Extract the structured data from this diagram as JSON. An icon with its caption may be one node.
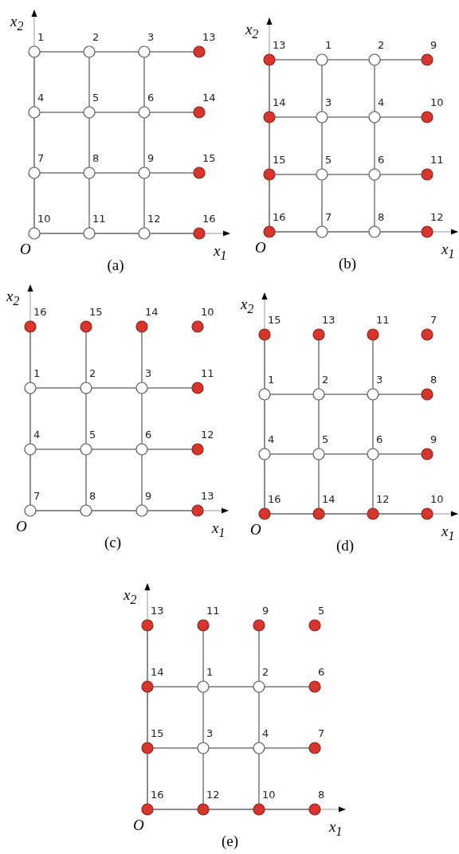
{
  "diagram": {
    "nodes": [
      {
        "text": [],
        "shape": "circle",
        "beside": [
          "1"
        ]
      },
      {
        "text": [],
        "shape": "circle",
        "beside": [
          "2"
        ]
      },
      {
        "text": [],
        "shape": "circle",
        "beside": [
          "3"
        ]
      },
      {
        "text": [],
        "shape": "circle",
        "beside": [
          "13"
        ]
      },
      {
        "text": [],
        "shape": "circle",
        "beside": [
          "4"
        ]
      },
      {
        "text": [],
        "shape": "circle",
        "beside": [
          "5"
        ]
      },
      {
        "text": [],
        "shape": "circle",
        "beside": [
          "6"
        ]
      },
      {
        "text": [],
        "shape": "circle",
        "beside": [
          "14"
        ]
      },
      {
        "text": [],
        "shape": "circle",
        "beside": [
          "7"
        ]
      },
      {
        "text": [],
        "shape": "circle",
        "beside": [
          "8"
        ]
      },
      {
        "text": [],
        "shape": "circle",
        "beside": [
          "9"
        ]
      },
      {
        "text": [],
        "shape": "circle",
        "beside": [
          "15"
        ]
      },
      {
        "text": [],
        "shape": "circle",
        "beside": [
          "10"
        ]
      },
      {
        "text": [],
        "shape": "circle",
        "beside": [
          "11"
        ]
      },
      {
        "text": [],
        "shape": "circle",
        "beside": [
          "12"
        ]
      },
      {
        "text": [],
        "shape": "circle",
        "beside": [
          "16"
        ]
      },
      {
        "text": [],
        "shape": "circle",
        "beside": [
          "13"
        ]
      },
      {
        "text": [],
        "shape": "circle",
        "beside": [
          "1"
        ]
      },
      {
        "text": [],
        "shape": "circle",
        "beside": [
          "2"
        ]
      },
      {
        "text": [],
        "shape": "circle",
        "beside": [
          "9"
        ]
      },
      {
        "text": [],
        "shape": "circle",
        "beside": [
          "14"
        ]
      },
      {
        "text": [],
        "shape": "circle",
        "beside": [
          "3"
        ]
      },
      {
        "text": [],
        "shape": "circle",
        "beside": [
          "4"
        ]
      },
      {
        "text": [],
        "shape": "circle",
        "beside": [
          "10"
        ]
      },
      {
        "text": [],
        "shape": "circle",
        "beside": [
          "15"
        ]
      },
      {
        "text": [],
        "shape": "circle",
        "beside": [
          "5"
        ]
      },
      {
        "text": [],
        "shape": "circle",
        "beside": [
          "6"
        ]
      },
      {
        "text": [],
        "shape": "circle",
        "beside": [
          "11"
        ]
      },
      {
        "text": [],
        "shape": "circle",
        "beside": [
          "16"
        ]
      },
      {
        "text": [],
        "shape": "circle",
        "beside": [
          "7"
        ]
      },
      {
        "text": [],
        "shape": "circle",
        "beside": [
          "8"
        ]
      },
      {
        "text": [],
        "shape": "circle",
        "beside": [
          "12"
        ]
      },
      {
        "text": [],
        "shape": "circle",
        "beside": [
          "16"
        ]
      },
      {
        "text": [],
        "shape": "circle",
        "beside": [
          "15"
        ]
      },
      {
        "text": [],
        "shape": "circle",
        "beside": [
          "14"
        ]
      },
      {
        "text": [],
        "shape": "circle",
        "beside": [
          "10"
        ]
      },
      {
        "text": [],
        "shape": "circle",
        "beside": [
          "1"
        ]
      },
      {
        "text": [],
        "shape": "circle",
        "beside": [
          "2"
        ]
      },
      {
        "text": [],
        "shape": "circle",
        "beside": [
          "3"
        ]
      },
      {
        "text": [],
        "shape": "circle",
        "beside": [
          "11"
        ]
      },
      {
        "text": [],
        "shape": "circle",
        "beside": [
          "4"
        ]
      },
      {
        "text": [],
        "shape": "circle",
        "beside": [
          "5"
        ]
      },
      {
        "text": [],
        "shape": "circle",
        "beside": [
          "6"
        ]
      },
      {
        "text": [],
        "shape": "circle",
        "beside": [
          "12"
        ]
      },
      {
        "text": [],
        "shape": "circle",
        "beside": [
          "7"
        ]
      },
      {
        "text": [],
        "shape": "circle",
        "beside": [
          "8"
        ]
      },
      {
        "text": [],
        "shape": "circle",
        "beside": [
          "9"
        ]
      },
      {
        "text": [],
        "shape": "circle",
        "beside": [
          "13"
        ]
      },
      {
        "text": [],
        "shape": "circle",
        "beside": [
          "15"
        ]
      },
      {
        "text": [],
        "shape": "circle",
        "beside": [
          "13"
        ]
      },
      {
        "text": [],
        "shape": "circle",
        "beside": [
          "11"
        ]
      },
      {
        "text": [],
        "shape": "circle",
        "beside": [
          "7"
        ]
      },
      {
        "text": [],
        "shape": "circle",
        "beside": [
          "1"
        ]
      },
      {
        "text": [],
        "shape": "circle",
        "beside": [
          "2"
        ]
      },
      {
        "text": [],
        "shape": "circle",
        "beside": [
          "3"
        ]
      },
      {
        "text": [],
        "shape": "circle",
        "beside": [
          "8"
        ]
      },
      {
        "text": [],
        "shape": "circle",
        "beside": [
          "4"
        ]
      },
      {
        "text": [],
        "shape": "circle",
        "beside": [
          "5"
        ]
      },
      {
        "text": [],
        "shape": "circle",
        "beside": [
          "6"
        ]
      },
      {
        "text": [],
        "shape": "circle",
        "beside": [
          "9"
        ]
      },
      {
        "text": [],
        "shape": "circle",
        "beside": [
          "16"
        ]
      },
      {
        "text": [],
        "shape": "circle",
        "beside": [
          "14"
        ]
      },
      {
        "text": [],
        "shape": "circle",
        "beside": [
          "12"
        ]
      },
      {
        "text": [],
        "shape": "circle",
        "beside": [
          "10"
        ]
      },
      {
        "text": [],
        "shape": "circle",
        "beside": [
          "13"
        ]
      },
      {
        "text": [],
        "shape": "circle",
        "beside": [
          "11"
        ]
      },
      {
        "text": [],
        "shape": "circle",
        "beside": [
          "9"
        ]
      },
      {
        "text": [],
        "shape": "circle",
        "beside": [
          "5"
        ]
      },
      {
        "text": [],
        "shape": "circle",
        "beside": [
          "14"
        ]
      },
      {
        "text": [],
        "shape": "circle",
        "beside": [
          "1"
        ]
      },
      {
        "text": [],
        "shape": "circle",
        "beside": [
          "2"
        ]
      },
      {
        "text": [],
        "shape": "circle",
        "beside": [
          "6"
        ]
      },
      {
        "text": [],
        "shape": "circle",
        "beside": [
          "15"
        ]
      },
      {
        "text": [],
        "shape": "circle",
        "beside": [
          "3"
        ]
      },
      {
        "text": [],
        "shape": "circle",
        "beside": [
          "4"
        ]
      },
      {
        "text": [],
        "shape": "circle",
        "beside": [
          "7"
        ]
      },
      {
        "text": [],
        "shape": "circle",
        "beside": [
          "16"
        ]
      },
      {
        "text": [],
        "shape": "circle",
        "beside": [
          "12"
        ]
      },
      {
        "text": [],
        "shape": "circle",
        "beside": [
          "10"
        ]
      },
      {
        "text": [],
        "shape": "circle",
        "beside": [
          "8"
        ]
      }
    ],
    "edges": [
      {
        "from": 0,
        "to": 1,
        "arrow": "none"
      },
      {
        "from": 1,
        "to": 2,
        "arrow": "none"
      },
      {
        "from": 2,
        "to": 3,
        "arrow": "none"
      },
      {
        "from": 4,
        "to": 5,
        "arrow": "none"
      },
      {
        "from": 5,
        "to": 6,
        "arrow": "none"
      },
      {
        "from": 6,
        "to": 7,
        "arrow": "none"
      },
      {
        "from": 8,
        "to": 9,
        "arrow": "none"
      },
      {
        "from": 9,
        "to": 10,
        "arrow": "none"
      },
      {
        "from": 10,
        "to": 11,
        "arrow": "none"
      },
      {
        "from": 12,
        "to": 13,
        "arrow": "none"
      },
      {
        "from": 13,
        "to": 14,
        "arrow": "none"
      },
      {
        "from": 14,
        "to": 15,
        "arrow": "none"
      },
      {
        "from": 0,
        "to": 4,
        "arrow": "none"
      },
      {
        "from": 4,
        "to": 8,
        "arrow": "none"
      },
      {
        "from": 8,
        "to": 12,
        "arrow": "none"
      },
      {
        "from": 1,
        "to": 5,
        "arrow": "none"
      },
      {
        "from": 5,
        "to": 9,
        "arrow": "none"
      },
      {
        "from": 9,
        "to": 13,
        "arrow": "none"
      },
      {
        "from": 2,
        "to": 6,
        "arrow": "none"
      },
      {
        "from": 6,
        "to": 10,
        "arrow": "none"
      },
      {
        "from": 10,
        "to": 14,
        "arrow": "none"
      },
      {
        "from": 16,
        "to": 17,
        "arrow": "none"
      },
      {
        "from": 17,
        "to": 18,
        "arrow": "none"
      },
      {
        "from": 18,
        "to": 19,
        "arrow": "none"
      },
      {
        "from": 20,
        "to": 21,
        "arrow": "none"
      },
      {
        "from": 21,
        "to": 22,
        "arrow": "none"
      },
      {
        "from": 22,
        "to": 23,
        "arrow": "none"
      },
      {
        "from": 24,
        "to": 25,
        "arrow": "none"
      },
      {
        "from": 25,
        "to": 26,
        "arrow": "none"
      },
      {
        "from": 26,
        "to": 27,
        "arrow": "none"
      },
      {
        "from": 28,
        "to": 29,
        "arrow": "none"
      },
      {
        "from": 29,
        "to": 30,
        "arrow": "none"
      },
      {
        "from": 30,
        "to": 31,
        "arrow": "none"
      },
      {
        "from": 16,
        "to": 20,
        "arrow": "none"
      },
      {
        "from": 20,
        "to": 24,
        "arrow": "none"
      },
      {
        "from": 24,
        "to": 28,
        "arrow": "none"
      },
      {
        "from": 17,
        "to": 21,
        "arrow": "none"
      },
      {
        "from": 21,
        "to": 25,
        "arrow": "none"
      },
      {
        "from": 25,
        "to": 29,
        "arrow": "none"
      },
      {
        "from": 18,
        "to": 22,
        "arrow": "none"
      },
      {
        "from": 22,
        "to": 26,
        "arrow": "none"
      },
      {
        "from": 26,
        "to": 30,
        "arrow": "none"
      },
      {
        "from": 36,
        "to": 37,
        "arrow": "none"
      },
      {
        "from": 37,
        "to": 38,
        "arrow": "none"
      },
      {
        "from": 38,
        "to": 39,
        "arrow": "none"
      },
      {
        "from": 40,
        "to": 41,
        "arrow": "none"
      },
      {
        "from": 41,
        "to": 42,
        "arrow": "none"
      },
      {
        "from": 42,
        "to": 43,
        "arrow": "none"
      },
      {
        "from": 44,
        "to": 45,
        "arrow": "none"
      },
      {
        "from": 45,
        "to": 46,
        "arrow": "none"
      },
      {
        "from": 46,
        "to": 47,
        "arrow": "none"
      },
      {
        "from": 32,
        "to": 36,
        "arrow": "none"
      },
      {
        "from": 36,
        "to": 40,
        "arrow": "none"
      },
      {
        "from": 40,
        "to": 44,
        "arrow": "none"
      },
      {
        "from": 33,
        "to": 37,
        "arrow": "none"
      },
      {
        "from": 37,
        "to": 41,
        "arrow": "none"
      },
      {
        "from": 41,
        "to": 45,
        "arrow": "none"
      },
      {
        "from": 34,
        "to": 38,
        "arrow": "none"
      },
      {
        "from": 38,
        "to": 42,
        "arrow": "none"
      },
      {
        "from": 42,
        "to": 46,
        "arrow": "none"
      },
      {
        "from": 52,
        "to": 53,
        "arrow": "none"
      },
      {
        "from": 53,
        "to": 54,
        "arrow": "none"
      },
      {
        "from": 54,
        "to": 55,
        "arrow": "none"
      },
      {
        "from": 56,
        "to": 57,
        "arrow": "none"
      },
      {
        "from": 57,
        "to": 58,
        "arrow": "none"
      },
      {
        "from": 58,
        "to": 59,
        "arrow": "none"
      },
      {
        "from": 60,
        "to": 61,
        "arrow": "none"
      },
      {
        "from": 61,
        "to": 62,
        "arrow": "none"
      },
      {
        "from": 62,
        "to": 63,
        "arrow": "none"
      },
      {
        "from": 48,
        "to": 52,
        "arrow": "none"
      },
      {
        "from": 52,
        "to": 56,
        "arrow": "none"
      },
      {
        "from": 56,
        "to": 60,
        "arrow": "none"
      },
      {
        "from": 49,
        "to": 53,
        "arrow": "none"
      },
      {
        "from": 53,
        "to": 57,
        "arrow": "none"
      },
      {
        "from": 57,
        "to": 61,
        "arrow": "none"
      },
      {
        "from": 50,
        "to": 54,
        "arrow": "none"
      },
      {
        "from": 54,
        "to": 58,
        "arrow": "none"
      },
      {
        "from": 58,
        "to": 62,
        "arrow": "none"
      },
      {
        "from": 68,
        "to": 69,
        "arrow": "none"
      },
      {
        "from": 69,
        "to": 70,
        "arrow": "none"
      },
      {
        "from": 70,
        "to": 71,
        "arrow": "none"
      },
      {
        "from": 72,
        "to": 73,
        "arrow": "none"
      },
      {
        "from": 73,
        "to": 74,
        "arrow": "none"
      },
      {
        "from": 74,
        "to": 75,
        "arrow": "none"
      },
      {
        "from": 76,
        "to": 77,
        "arrow": "none"
      },
      {
        "from": 77,
        "to": 78,
        "arrow": "none"
      },
      {
        "from": 78,
        "to": 79,
        "arrow": "none"
      },
      {
        "from": 64,
        "to": 68,
        "arrow": "none"
      },
      {
        "from": 68,
        "to": 72,
        "arrow": "none"
      },
      {
        "from": 72,
        "to": 76,
        "arrow": "none"
      },
      {
        "from": 65,
        "to": 69,
        "arrow": "none"
      },
      {
        "from": 69,
        "to": 73,
        "arrow": "none"
      },
      {
        "from": 73,
        "to": 77,
        "arrow": "none"
      },
      {
        "from": 66,
        "to": 70,
        "arrow": "none"
      },
      {
        "from": 70,
        "to": 74,
        "arrow": "none"
      },
      {
        "from": 74,
        "to": 78,
        "arrow": "none"
      }
    ],
    "labels": [
      "x$_{2}$",
      "O",
      "x$_{1}$",
      "(a)",
      "x$_{2}$",
      "O",
      "x$_{1}$",
      "(b)",
      "x$_{2}$",
      "O",
      "x$_{1}$",
      "(c)",
      "x$_{2}$",
      "O",
      "x$_{1}$",
      "(d)",
      "x$_{2}$",
      "O",
      "x$_{1}$",
      "(e)"
    ]
  }
}
